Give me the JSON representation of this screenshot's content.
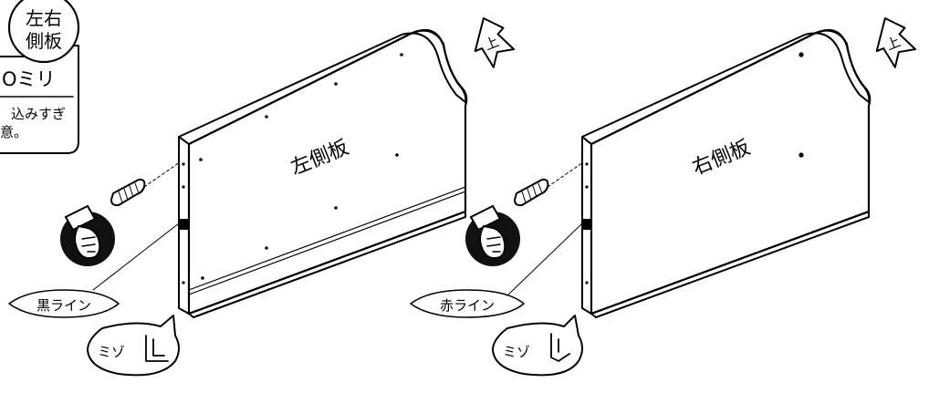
{
  "callout": {
    "part_line1": "左右",
    "part_line2": "側板",
    "measure": "Oミリ",
    "note_line1": "込みすぎ",
    "note_line2": "意。"
  },
  "left_panel": {
    "label": "左側板",
    "line_label": "黒ライン",
    "groove_label": "ミゾ",
    "up_label": "上"
  },
  "right_panel": {
    "label": "右側板",
    "line_label": "赤ライン",
    "groove_label": "ミゾ",
    "up_label": "上"
  },
  "colors": {
    "ink": "#000000",
    "paper": "#ffffff"
  }
}
